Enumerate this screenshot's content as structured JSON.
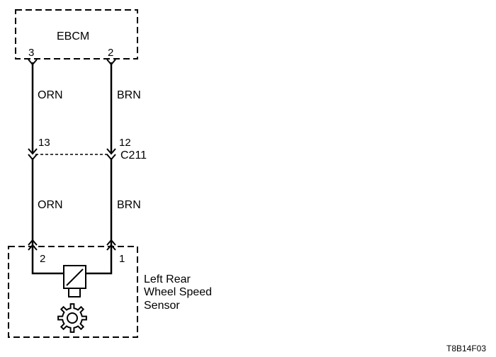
{
  "ebcm": {
    "name": "EBCM",
    "pin_orn": "3",
    "pin_brn": "2"
  },
  "wires_upper": {
    "orn": "ORN",
    "brn": "BRN"
  },
  "connector": {
    "name": "C211",
    "pin_orn": "13",
    "pin_brn": "12"
  },
  "wires_lower": {
    "orn": "ORN",
    "brn": "BRN"
  },
  "sensor": {
    "label_line1": "Left Rear",
    "label_line2": "Wheel Speed",
    "label_line3": "Sensor",
    "pin_orn": "2",
    "pin_brn": "1",
    "icon": "gear-icon"
  },
  "figure_id": "T8B14F03"
}
